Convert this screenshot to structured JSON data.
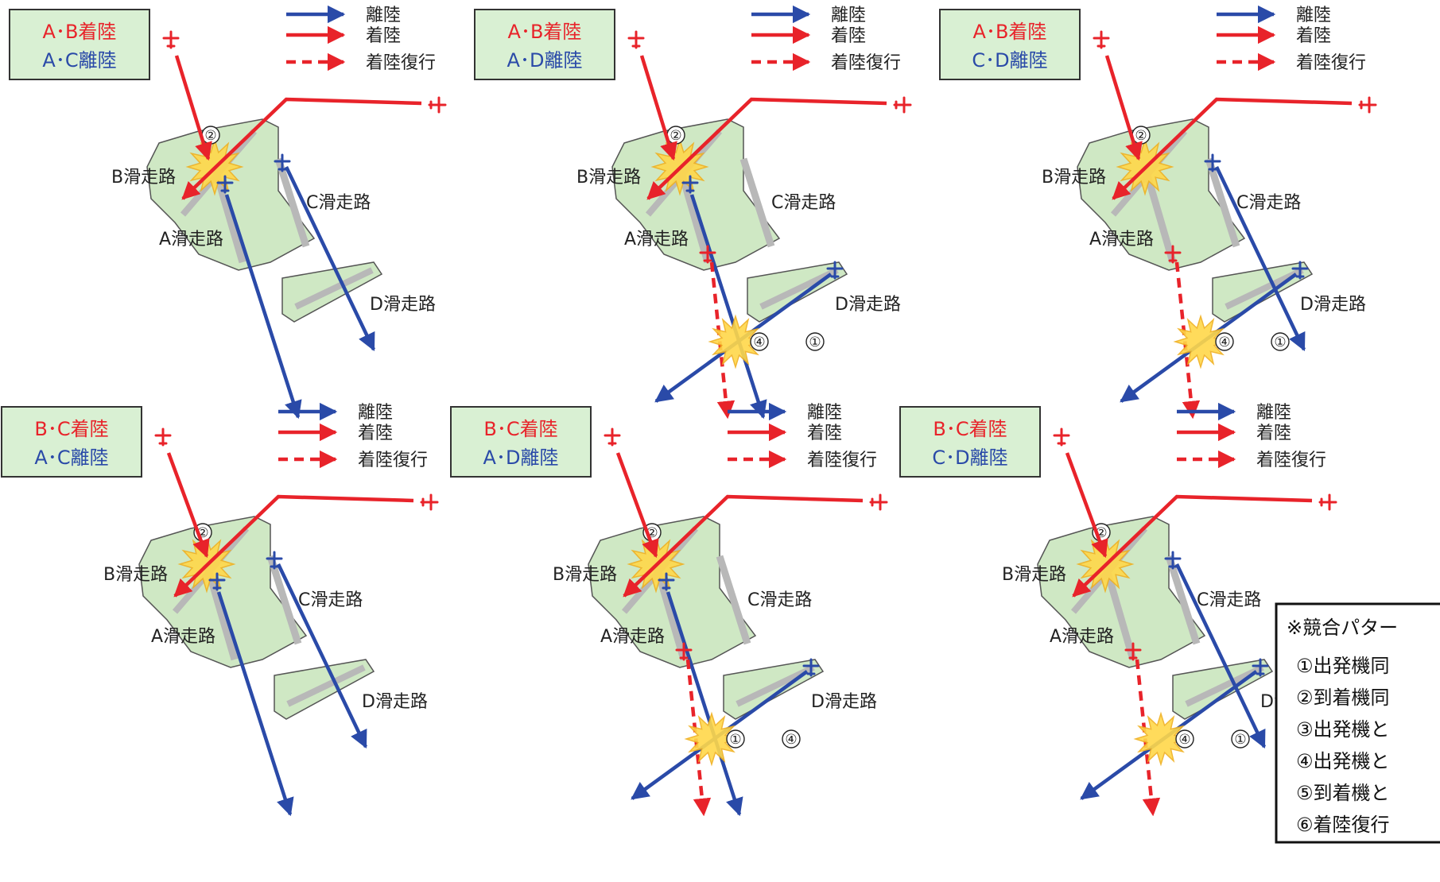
{
  "panels": [
    {
      "pattern_land": "A･B着陸",
      "pattern_depart": "A･C離陸",
      "labels": {
        "b": "B滑走路",
        "a": "A滑走路",
        "c": "C滑走路",
        "d": "D滑走路"
      },
      "markers": [
        "②"
      ]
    },
    {
      "pattern_land": "A･B着陸",
      "pattern_depart": "A･D離陸",
      "labels": {
        "b": "B滑走路",
        "a": "A滑走路",
        "c": "C滑走路",
        "d": "D滑走路"
      },
      "markers": [
        "②",
        "④",
        "①"
      ]
    },
    {
      "pattern_land": "A･B着陸",
      "pattern_depart": "C･D離陸",
      "labels": {
        "b": "B滑走路",
        "a": "A滑走路",
        "c": "C滑走路",
        "d": "D滑走路"
      },
      "markers": [
        "②",
        "④",
        "①"
      ]
    },
    {
      "pattern_land": "B･C着陸",
      "pattern_depart": "A･C離陸",
      "labels": {
        "b": "B滑走路",
        "a": "A滑走路",
        "c": "C滑走路",
        "d": "D滑走路"
      },
      "markers": [
        "②"
      ]
    },
    {
      "pattern_land": "B･C着陸",
      "pattern_depart": "A･D離陸",
      "labels": {
        "b": "B滑走路",
        "a": "A滑走路",
        "c": "C滑走路",
        "d": "D滑走路"
      },
      "markers": [
        "②",
        "①",
        "④"
      ]
    },
    {
      "pattern_land": "B･C着陸",
      "pattern_depart": "C･D離陸",
      "labels": {
        "b": "B滑走路",
        "a": "A滑走路",
        "c": "C滑走路",
        "d": "D滑走路"
      },
      "markers": [
        "②",
        "④",
        "①"
      ]
    }
  ],
  "legend": {
    "depart": "離陸",
    "land": "着陸",
    "goaround": "着陸復行"
  },
  "note": {
    "title": "※競合パター",
    "lines": [
      "①出発機同",
      "②到着機同",
      "③出発機と",
      "④出発機と",
      "⑤到着機と",
      "⑥着陸復行"
    ]
  },
  "colors": {
    "depart": "#2a4aa8",
    "land": "#e8232a",
    "airport_fill": "#cfe8c4",
    "runway": "#b8b8b8",
    "box_fill": "#d9f0d3",
    "conflict": "#ffd84a"
  }
}
